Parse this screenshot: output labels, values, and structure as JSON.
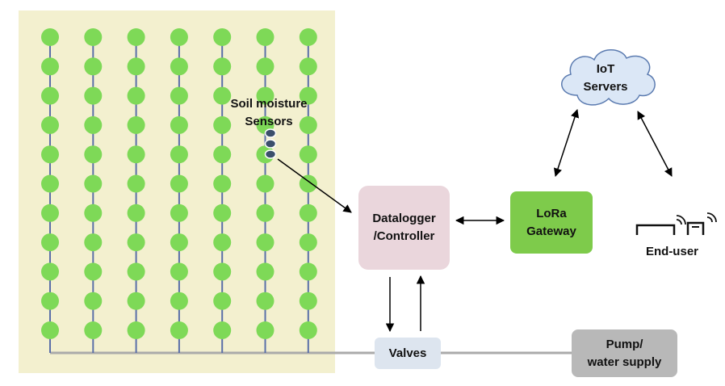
{
  "sensors": {
    "label": "Soil moisture\nSensors"
  },
  "datalogger": {
    "label": "Datalogger\n/Controller"
  },
  "gateway": {
    "label": "LoRa\nGateway"
  },
  "iot": {
    "label": "IoT\nServers"
  },
  "enduser": {
    "label": "End-user"
  },
  "valves": {
    "label": "Valves"
  },
  "pump": {
    "label": "Pump/\nwater supply"
  },
  "field": {
    "rows": 7,
    "plants_per_row": 11
  },
  "colors": {
    "field_bg": "#f3f0cf",
    "plant": "#7ed957",
    "stem": "#5a6fa8",
    "controller": "#ead6dc",
    "gateway": "#7ecb4b",
    "valves": "#dde5ef",
    "pump": "#b8b8b8",
    "cloud": "#dbe7f6"
  }
}
